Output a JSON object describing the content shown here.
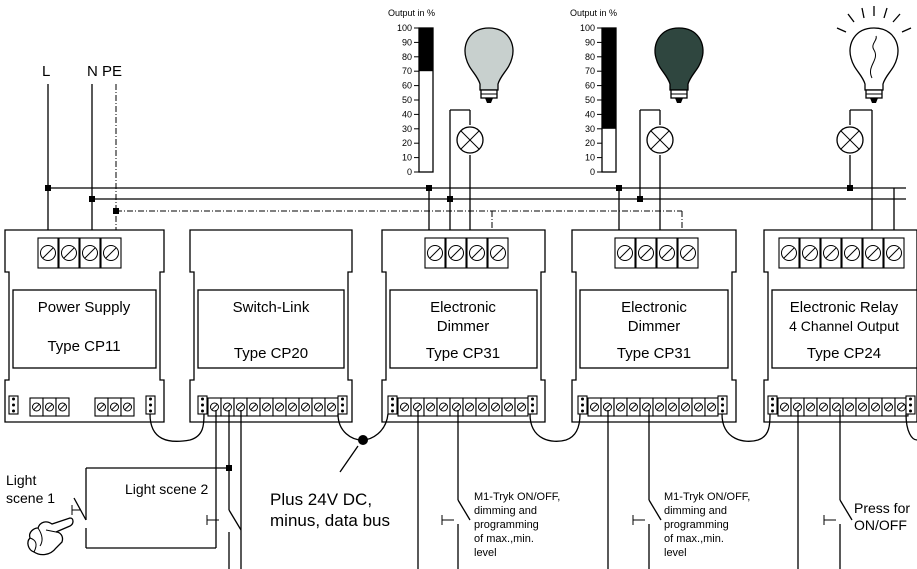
{
  "supply": {
    "l": "L",
    "n": "N",
    "pe": "PE"
  },
  "gauges": [
    {
      "title": "Output in %",
      "level_percent": 70
    },
    {
      "title": "Output in %",
      "level_percent": 30
    }
  ],
  "gauge_ticks": [
    "100",
    "90",
    "80",
    "70",
    "60",
    "50",
    "40",
    "30",
    "20",
    "10",
    "0"
  ],
  "modules": [
    {
      "name": "Power Supply",
      "type": "Type CP11"
    },
    {
      "name": "Switch-Link",
      "type": "Type CP20"
    },
    {
      "name_line1": "Electronic",
      "name_line2": "Dimmer",
      "type": "Type CP31"
    },
    {
      "name_line1": "Electronic",
      "name_line2": "Dimmer",
      "type": "Type CP31"
    },
    {
      "name_line1": "Electronic Relay",
      "name_line2": "4 Channel Output",
      "type": "Type CP24"
    }
  ],
  "scene": {
    "scene1_line1": "Light",
    "scene1_line2": "scene 1",
    "scene2": "Light scene 2"
  },
  "bus": {
    "line1": "Plus 24V DC,",
    "line2": "minus, data bus"
  },
  "dimmer_switch": {
    "line1": "M1-Tryk ON/OFF,",
    "line2": "dimming and",
    "line3": "programming",
    "line4": "of max.,min.",
    "line5": "level"
  },
  "relay_switch": {
    "line1": "Press for",
    "line2": "ON/OFF"
  },
  "colors": {
    "lamp1": "#c8d0ce",
    "lamp2": "#2f463f",
    "lamp3": "#ffffff",
    "gauge_fill": "#000000"
  },
  "icons": [
    "lamp-icon",
    "lamp-symbol-icon",
    "terminal-screw-icon",
    "pointing-hand-icon",
    "switch-contact-icon"
  ]
}
